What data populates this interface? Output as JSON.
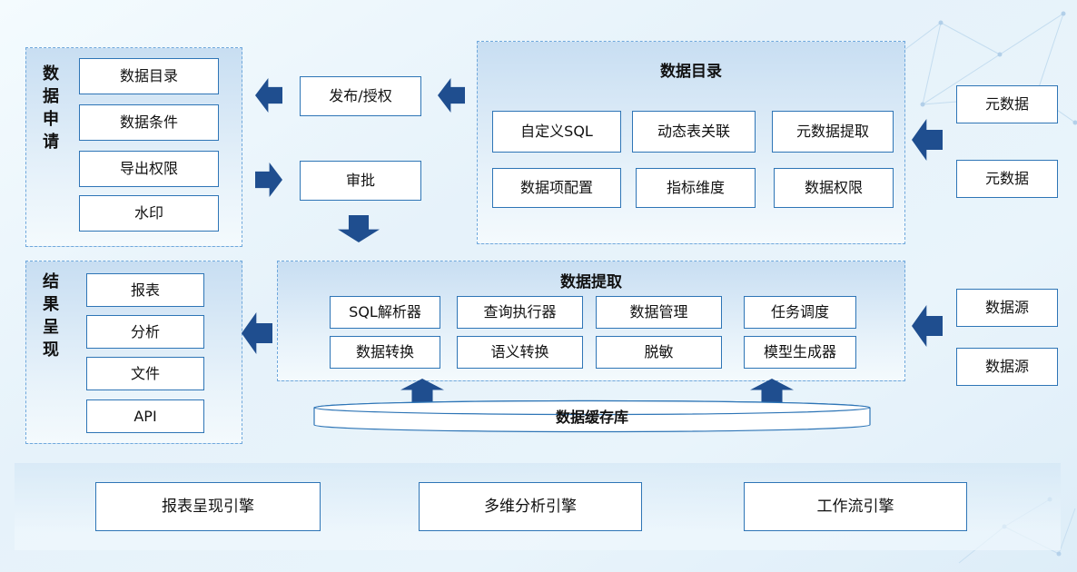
{
  "colors": {
    "arrow": "#1f4e8f",
    "box_border": "#2e75b6",
    "panel_border": "#6fa8dc",
    "background": "#e6f2fa"
  },
  "left_top_panel": {
    "title": "数据申请",
    "items": [
      "数据目录",
      "数据条件",
      "导出权限",
      "水印"
    ]
  },
  "left_bottom_panel": {
    "title": "结果呈现",
    "items": [
      "报表",
      "分析",
      "文件",
      "API"
    ]
  },
  "flow": {
    "publish": "发布/授权",
    "approval": "审批"
  },
  "catalog_panel": {
    "title": "数据目录",
    "row1": [
      "自定义SQL",
      "动态表关联",
      "元数据提取"
    ],
    "row2": [
      "数据项配置",
      "指标维度",
      "数据权限"
    ]
  },
  "extraction_panel": {
    "title": "数据提取",
    "row1": [
      "SQL解析器",
      "查询执行器",
      "数据管理",
      "任务调度"
    ],
    "row2": [
      "数据转换",
      "语义转换",
      "脱敏",
      "模型生成器"
    ]
  },
  "metadata_sources": [
    "元数据",
    "元数据"
  ],
  "data_sources": [
    "数据源",
    "数据源"
  ],
  "cache_db": "数据缓存库",
  "engines": [
    "报表呈现引擎",
    "多维分析引擎",
    "工作流引擎"
  ]
}
